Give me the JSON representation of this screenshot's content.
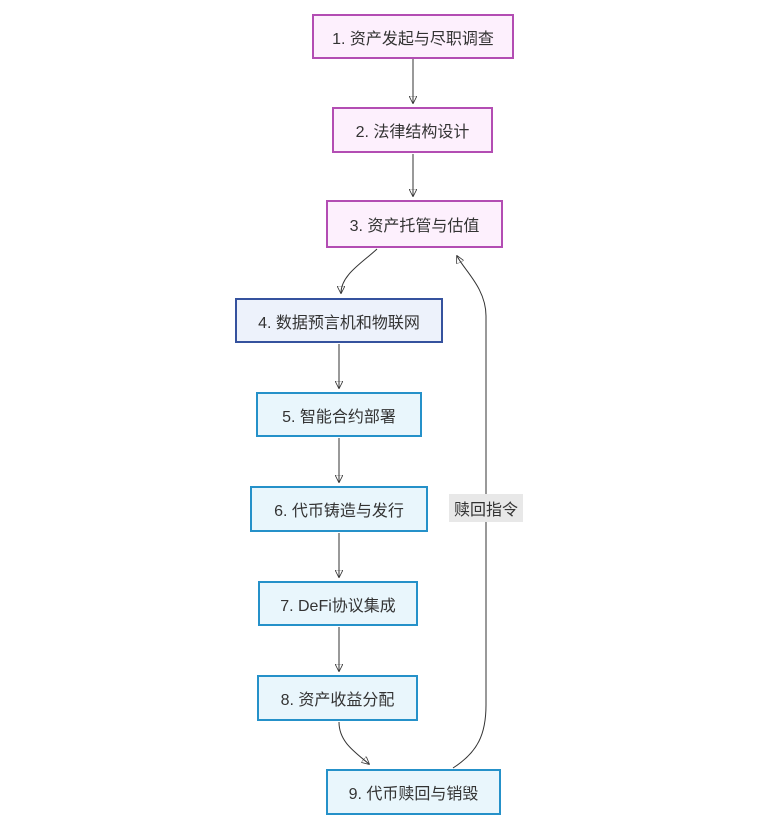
{
  "diagram": {
    "type": "flowchart",
    "direction": "top-to-bottom",
    "nodes": [
      {
        "id": "1",
        "label": "1. 资产发起与尽职调查",
        "group": "pink"
      },
      {
        "id": "2",
        "label": "2. 法律结构设计",
        "group": "pink"
      },
      {
        "id": "3",
        "label": "3. 资产托管与估值",
        "group": "pink"
      },
      {
        "id": "4",
        "label": "4. 数据预言机和物联网",
        "group": "navy"
      },
      {
        "id": "5",
        "label": "5. 智能合约部署",
        "group": "cyan"
      },
      {
        "id": "6",
        "label": "6. 代币铸造与发行",
        "group": "cyan"
      },
      {
        "id": "7",
        "label": "7. DeFi协议集成",
        "group": "cyan"
      },
      {
        "id": "8",
        "label": "8. 资产收益分配",
        "group": "cyan"
      },
      {
        "id": "9",
        "label": "9. 代币赎回与销毁",
        "group": "cyan"
      }
    ],
    "edges": [
      {
        "from": "1",
        "to": "2",
        "label": ""
      },
      {
        "from": "2",
        "to": "3",
        "label": ""
      },
      {
        "from": "3",
        "to": "4",
        "label": ""
      },
      {
        "from": "4",
        "to": "5",
        "label": ""
      },
      {
        "from": "5",
        "to": "6",
        "label": ""
      },
      {
        "from": "6",
        "to": "7",
        "label": ""
      },
      {
        "from": "7",
        "to": "8",
        "label": ""
      },
      {
        "from": "8",
        "to": "9",
        "label": ""
      },
      {
        "from": "9",
        "to": "3",
        "label": "赎回指令"
      }
    ],
    "colors": {
      "pink_border": "#b34db3",
      "pink_fill": "#fdf0fd",
      "navy_border": "#35529e",
      "navy_fill": "#edf2fb",
      "cyan_border": "#2591c9",
      "cyan_fill": "#e9f6fc",
      "edge_stroke": "#333333",
      "node_text": "#333333",
      "edge_label_bg": "#e8e8e8"
    }
  }
}
